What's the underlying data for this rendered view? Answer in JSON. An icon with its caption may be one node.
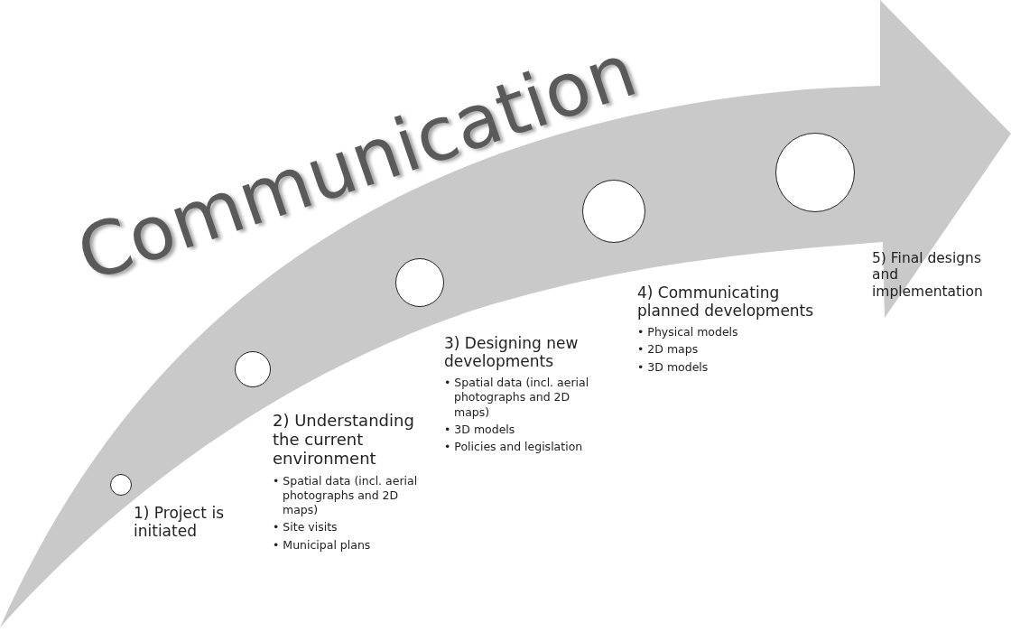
{
  "diagram": {
    "nodes": [
      {
        "text": [
          "Communication"
        ]
      },
      {
        "text": [],
        "shape": "circle",
        "in": 0,
        "beside": [
          "1) Project is initiated"
        ]
      },
      {
        "text": [],
        "shape": "circle",
        "in": 0,
        "beside": [
          "2) Understanding the current environment",
          "• Spatial data (incl. aerial photographs and 2D maps)",
          "• Site visits",
          "• Municipal plans"
        ]
      },
      {
        "text": [],
        "shape": "circle",
        "in": 0,
        "beside": [
          "3) Designing new developments",
          "• Spatial data (incl. aerial photographs and 2D maps)",
          "• 3D models",
          "• Policies and legislation"
        ]
      },
      {
        "text": [],
        "shape": "circle",
        "in": 0,
        "beside": [
          "4) Communicating planned developments",
          "• Physical models",
          "• 2D maps",
          "• 3D models"
        ]
      },
      {
        "text": [],
        "shape": "circle",
        "in": 0,
        "beside": [
          "5) Final designs and implementation"
        ]
      }
    ]
  }
}
